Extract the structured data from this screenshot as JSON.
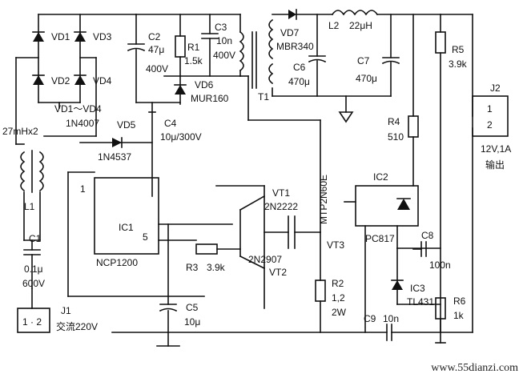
{
  "components": {
    "bridge": {
      "vd1": "VD1",
      "vd2": "VD2",
      "vd3": "VD3",
      "vd4": "VD4",
      "range": "VD1～VD4",
      "part": "1N4007"
    },
    "c2": {
      "ref": "C2",
      "cap": "47μ",
      "volt": "400V"
    },
    "r1": {
      "ref": "R1",
      "val": "1.5k"
    },
    "c3": {
      "ref": "C3",
      "cap": "10n",
      "volt": "400V"
    },
    "vd6": {
      "ref": "VD6",
      "part": "MUR160"
    },
    "t1": {
      "ref": "T1"
    },
    "vd7": {
      "ref": "VD7",
      "part": "MBR340"
    },
    "l2": {
      "ref": "L2",
      "val": "22μH"
    },
    "c6": {
      "ref": "C6",
      "val": "470μ"
    },
    "c7": {
      "ref": "C7",
      "val": "470μ"
    },
    "r5": {
      "ref": "R5",
      "val": "3.9k"
    },
    "j2": {
      "ref": "J2",
      "pin1": "1",
      "pin2": "2",
      "rating": "12V,1A",
      "label": "输出"
    },
    "l1": {
      "ref": "L1",
      "val": "27mHx2"
    },
    "vd5": {
      "ref": "VD5",
      "part": "1N4537"
    },
    "c4": {
      "ref": "C4",
      "val": "10μ/300V"
    },
    "ic1": {
      "ref": "IC1",
      "part": "NCP1200",
      "pin1": "1",
      "pin5": "5"
    },
    "vt1": {
      "ref": "VT1",
      "part": "2N2222"
    },
    "vt2": {
      "ref": "VT2",
      "part": "2N2907"
    },
    "vt3": {
      "ref": "VT3",
      "part": "MTP2N60E"
    },
    "r3": {
      "ref": "R3",
      "val": "3.9k"
    },
    "r2": {
      "ref": "R2",
      "val": "1,2",
      "power": "2W"
    },
    "r4": {
      "ref": "R4",
      "val": "510"
    },
    "ic2": {
      "ref": "IC2",
      "part": "PC817"
    },
    "c8": {
      "ref": "C8",
      "val": "100n"
    },
    "ic3": {
      "ref": "IC3",
      "part": "TL431"
    },
    "r6": {
      "ref": "R6",
      "val": "1k"
    },
    "c1": {
      "ref": "C1",
      "cap": "0.1μ",
      "volt": "600V"
    },
    "c5": {
      "ref": "C5",
      "val": "10μ"
    },
    "c9": {
      "ref": "C9",
      "val": "10n"
    },
    "j1": {
      "ref": "J1",
      "pins": "1 · 2",
      "label": "交流220V"
    }
  },
  "watermark": "www.55dianzi.com"
}
